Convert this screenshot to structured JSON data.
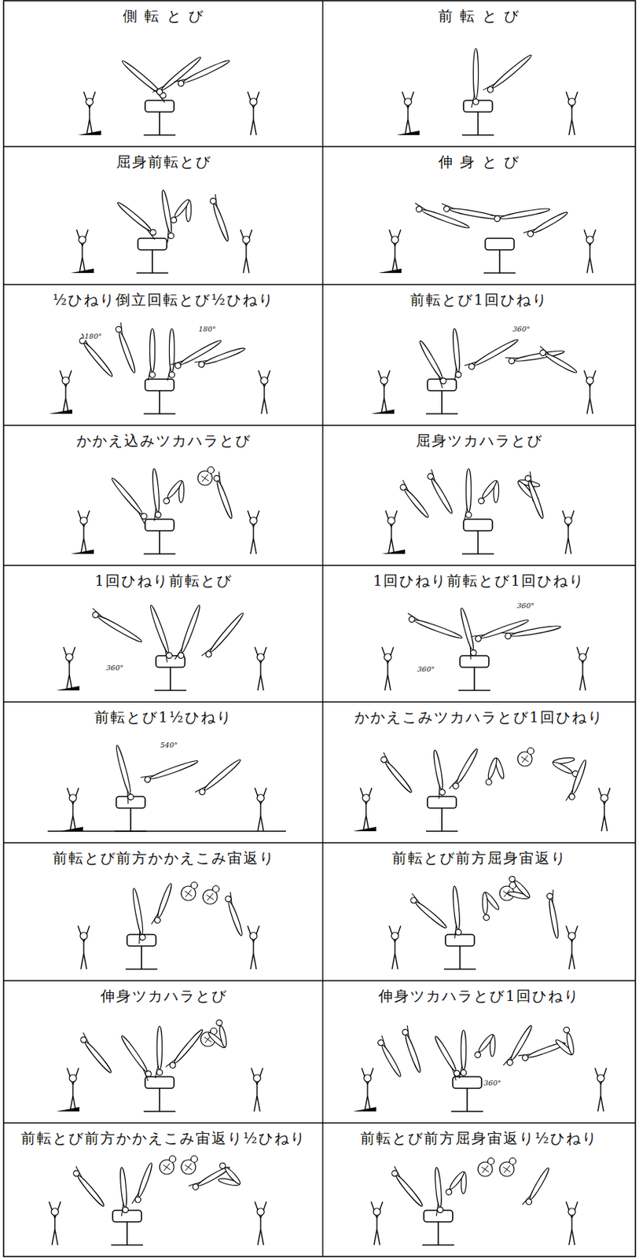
{
  "diagram": {
    "labels": [
      "側 転 と び",
      "前 転 と び",
      "屈身前転とび",
      "伸 身 と び",
      "½ひねり倒立回転とび½ひねり",
      "180°",
      "180°",
      "前転とび1回ひねり",
      "360°",
      "かかえ込みツカハラとび",
      "屈身ツカハラとび",
      "1回ひねり前転とび",
      "360°",
      "1回ひねり前転とび1回ひねり",
      "360°",
      "360°",
      "前転とび1½ひねり",
      "540°",
      "かかえこみツカハラとび1回ひねり",
      "前転とび前方かかえこみ宙返り",
      "前転とび前方屈身宙返り",
      "伸身ツカハラとび",
      "伸身ツカハラとび1回ひねり",
      "360°",
      "前転とび前方かかえこみ宙返り½ひねり",
      "前転とび前方屈身宙返り½ひねり"
    ]
  }
}
